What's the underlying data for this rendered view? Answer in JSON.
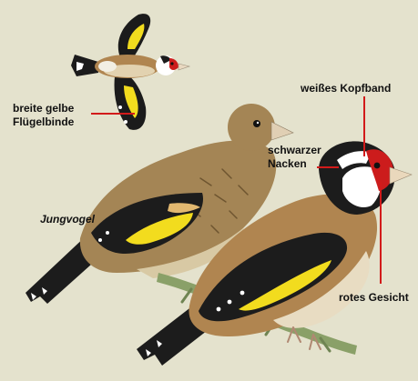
{
  "labels": {
    "wing_bar": [
      "breite gelbe",
      "Flügelbinde"
    ],
    "white_headband": "weißes Kopfband",
    "black_nape": [
      "schwarzer",
      "Nacken"
    ],
    "juvenile": "Jungvogel",
    "red_face": "rotes Gesicht"
  },
  "colors": {
    "background": "#e4e2cd",
    "leader_line": "#d21a1a",
    "yellow_wing": "#f2dc1e",
    "red_face": "#cc1c1c",
    "body_brown": "#b08550"
  }
}
